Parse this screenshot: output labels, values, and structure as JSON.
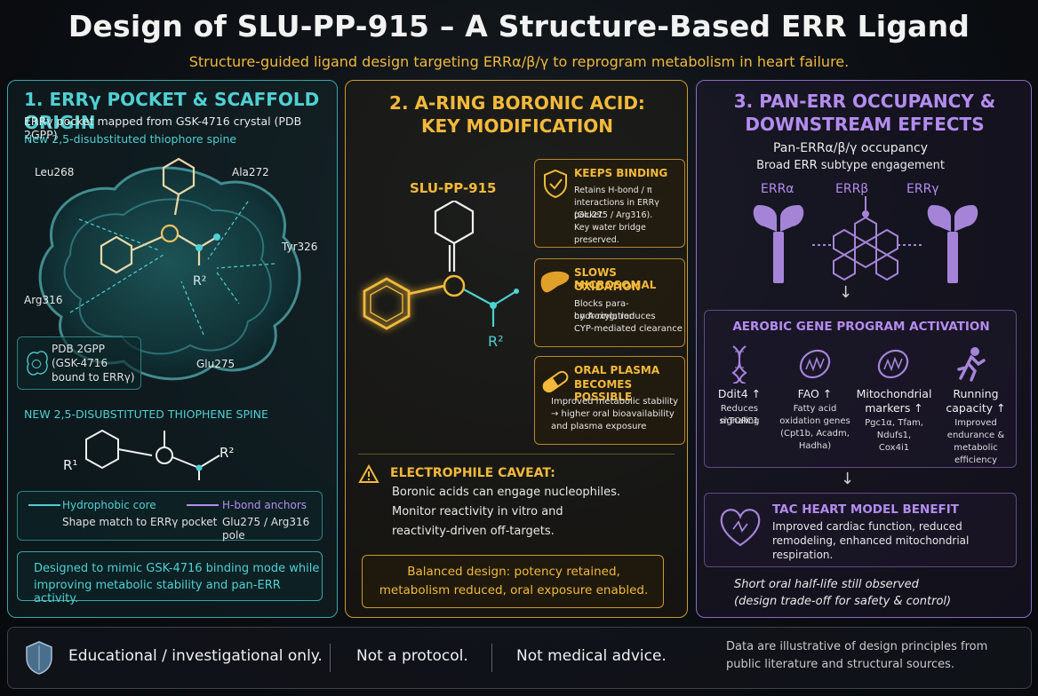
{
  "header": {
    "title": "Design of SLU-PP-915 – A Structure-Based ERR Ligand",
    "subtitle": "Structure-guided ligand design targeting ERRα/β/γ to reprogram metabolism in heart failure."
  },
  "panel1": {
    "title": "1. ERRγ POCKET & SCAFFOLD ORIGIN",
    "line1": "ERRγ pocket mapped from GSK-4716 crystal (PDB 2GPP)",
    "line2": "New 2,5-disubstituted thiophore spine",
    "residues": {
      "leu": "Leu268",
      "ala": "Ala272",
      "tyr": "Tyr326",
      "arg": "Arg316",
      "glu": "Glu275",
      "r2": "R²"
    },
    "pdb_box": "PDB 2GPP\n(GSK-4716\nbound to ERRγ)",
    "pdb_line1": "PDB 2GPP",
    "pdb_line2": "(GSK-4716",
    "pdb_line3": "bound to ERRγ)",
    "spine_title": "NEW 2,5-DISUBSTITUTED THIOPHENE SPINE",
    "r1": "R¹",
    "r2": "R²",
    "legend": {
      "hydrophobic_label": "Hydrophobic core",
      "hydrophobic_desc": "Shape match to ERRγ pocket",
      "hbond_label": "H-bond anchors",
      "hbond_desc": "Glu275 / Arg316 pole"
    },
    "note_line1": "Designed to mimic GSK-4716 binding mode while",
    "note_line2": "improving metabolic stability and pan-ERR activity."
  },
  "panel2": {
    "title_line1": "2. A-RING BORONIC ACID:",
    "title_line2": "KEY MODIFICATION",
    "molecule_label": "SLU-PP-915",
    "r2": "R²",
    "cards": [
      {
        "icon": "shield-check-icon",
        "title_line1": "KEEPS BINDING",
        "title_line2": "",
        "body": [
          "Retains H-bond / π",
          "interactions in ERRγ pocket",
          "(Glu275 / Arg316).",
          "Key water bridge preserved."
        ]
      },
      {
        "icon": "liver-icon",
        "title_line1": "SLOWS MICROSOMAL",
        "title_line2": "OXIDATION",
        "body": [
          "Blocks para-hydroxylation",
          "on A-ring; reduces",
          "CYP-mediated clearance"
        ]
      },
      {
        "icon": "capsule-icon",
        "title_line1": "ORAL PLASMA",
        "title_line2": "BECOMES POSSIBLE",
        "body": [
          "Improved metabolic stability",
          "→ higher oral bioavailability",
          "and plasma exposure"
        ]
      }
    ],
    "caveat_title": "ELECTROPHILE CAVEAT:",
    "caveat_body": [
      "Boronic acids can engage nucleophiles.",
      "Monitor reactivity in vitro and",
      "reactivity-driven off-targets."
    ],
    "balanced_line1": "Balanced design: potency retained,",
    "balanced_line2": "metabolism reduced, oral exposure enabled."
  },
  "panel3": {
    "title_line1": "3. PAN-ERR OCCUPANCY &",
    "title_line2": "DOWNSTREAM EFFECTS",
    "occupancy": "Pan-ERRα/β/γ occupancy",
    "engagement": "Broad ERR subtype engagement",
    "receptors": [
      "ERRα",
      "ERRβ",
      "ERRγ"
    ],
    "arrow": "↓",
    "gene_title": "AEROBIC GENE PROGRAM ACTIVATION",
    "genes": [
      {
        "icon": "dna-icon",
        "title_line1": "Ddit4 ↑",
        "title_line2": "",
        "body": [
          "Reduces mTORC1",
          "signaling"
        ]
      },
      {
        "icon": "mitochondria-icon",
        "title_line1": "FAO ↑",
        "title_line2": "",
        "body": [
          "Fatty acid",
          "oxidation genes",
          "(Cpt1b, Acadm,",
          "Hadha)"
        ]
      },
      {
        "icon": "mitochondria-icon",
        "title_line1": "Mitochondrial",
        "title_line2": "markers ↑",
        "body": [
          "Pgc1α, Tfam,",
          "Ndufs1,",
          "Cox4i1"
        ]
      },
      {
        "icon": "running-icon",
        "title_line1": "Running",
        "title_line2": "capacity ↑",
        "body": [
          "Improved",
          "endurance &",
          "metabolic",
          "efficiency"
        ]
      }
    ],
    "tac_title": "TAC HEART MODEL BENEFIT",
    "tac_body": [
      "Improved cardiac function, reduced",
      "remodeling, enhanced mitochondrial",
      "respiration."
    ],
    "halflife_line1": "Short oral half-life still observed",
    "halflife_line2": "(design trade-off for safety & control)"
  },
  "footer": {
    "educational": "Educational / investigational only.",
    "protocol": "Not a protocol.",
    "advice": "Not medical advice.",
    "disclaimer_line1": "Data are illustrative of design principles from",
    "disclaimer_line2": "public literature and structural sources."
  },
  "colors": {
    "teal": "#4fd0d2",
    "gold": "#f2b93b",
    "purple": "#b48cf0",
    "background": "#0b0e12"
  }
}
